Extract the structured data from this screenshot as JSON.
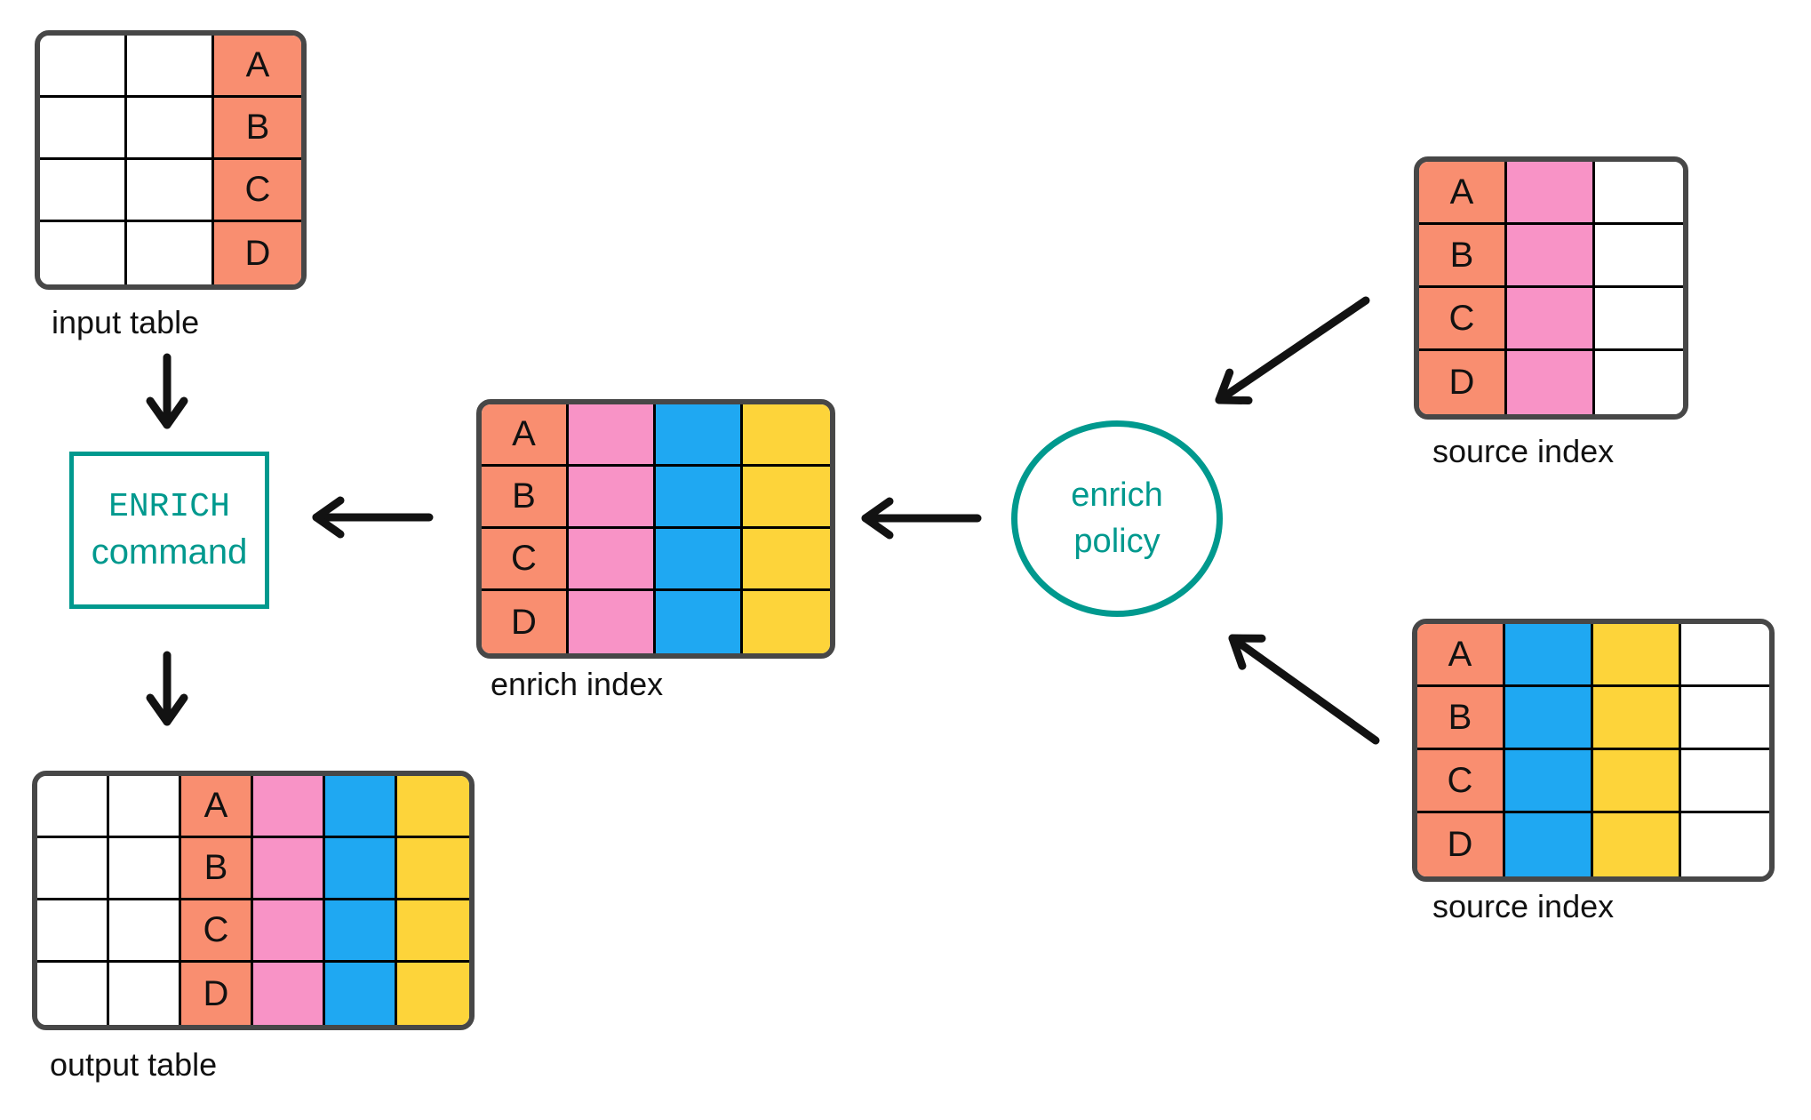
{
  "palette": {
    "white": "#FFFFFF",
    "coral": "#F98E70",
    "pink": "#F893C6",
    "blue": "#1FA8F2",
    "yellow": "#FDD43A",
    "teal": "#00998E",
    "frame_gray": "#474747",
    "grid_black": "#000000",
    "text": "#111111"
  },
  "command_box": {
    "line1": "ENRICH",
    "line2": "command"
  },
  "policy_circle": {
    "line1": "enrich",
    "line2": "policy"
  },
  "tables": [
    {
      "id": "input-table",
      "label": "input table",
      "columns": [
        "white",
        "white",
        "coral"
      ],
      "key_col": 2,
      "keys": [
        "A",
        "B",
        "C",
        "D"
      ]
    },
    {
      "id": "enrich-index-table",
      "label": "enrich index",
      "columns": [
        "coral",
        "pink",
        "blue",
        "yellow"
      ],
      "key_col": 0,
      "keys": [
        "A",
        "B",
        "C",
        "D"
      ]
    },
    {
      "id": "source-index-top-table",
      "label": "source index",
      "columns": [
        "coral",
        "pink",
        "white"
      ],
      "key_col": 0,
      "keys": [
        "A",
        "B",
        "C",
        "D"
      ]
    },
    {
      "id": "source-index-bottom-table",
      "label": "source index",
      "columns": [
        "coral",
        "blue",
        "yellow",
        "white"
      ],
      "key_col": 0,
      "keys": [
        "A",
        "B",
        "C",
        "D"
      ]
    },
    {
      "id": "output-table",
      "label": "output table",
      "columns": [
        "white",
        "white",
        "coral",
        "pink",
        "blue",
        "yellow"
      ],
      "key_col": 2,
      "keys": [
        "A",
        "B",
        "C",
        "D"
      ]
    }
  ],
  "connections": [
    "input table -> ENRICH command",
    "ENRICH command -> output table",
    "enrich index -> ENRICH command",
    "enrich policy -> enrich index",
    "source index (top) -> enrich policy",
    "source index (bottom) -> enrich policy"
  ]
}
